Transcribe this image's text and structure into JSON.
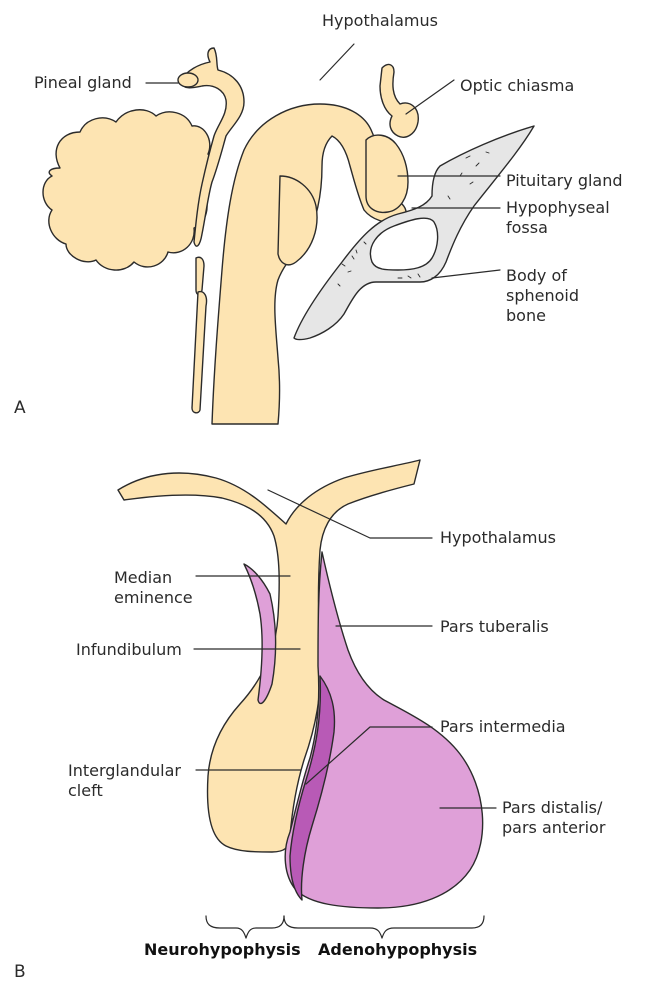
{
  "panel_a": {
    "letter": "A",
    "labels": {
      "hypothalamus": "Hypothalamus",
      "pineal_gland": "Pineal gland",
      "optic_chiasma": "Optic chiasma",
      "pituitary_gland": "Pituitary gland",
      "hypophyseal_fossa": "Hypophyseal\nfossa",
      "body_of_sphenoid": "Body of\nsphenoid\nbone"
    }
  },
  "panel_b": {
    "letter": "B",
    "labels": {
      "hypothalamus": "Hypothalamus",
      "median_eminence": "Median\neminence",
      "infundibulum": "Infundibulum",
      "interglandular_cleft": "Interglandular\ncleft",
      "pars_tuberalis": "Pars tuberalis",
      "pars_intermedia": "Pars intermedia",
      "pars_distalis": "Pars distalis/\npars anterior",
      "neurohypophysis": "Neurohypophysis",
      "adenohypophysis": "Adenohypophysis"
    }
  },
  "colors": {
    "neural_tissue": "#fde4b2",
    "bone": "#e6e6e6",
    "adeno_light": "#dfa0d8",
    "adeno_dark": "#b85ab6",
    "outline": "#2b2b2b"
  }
}
